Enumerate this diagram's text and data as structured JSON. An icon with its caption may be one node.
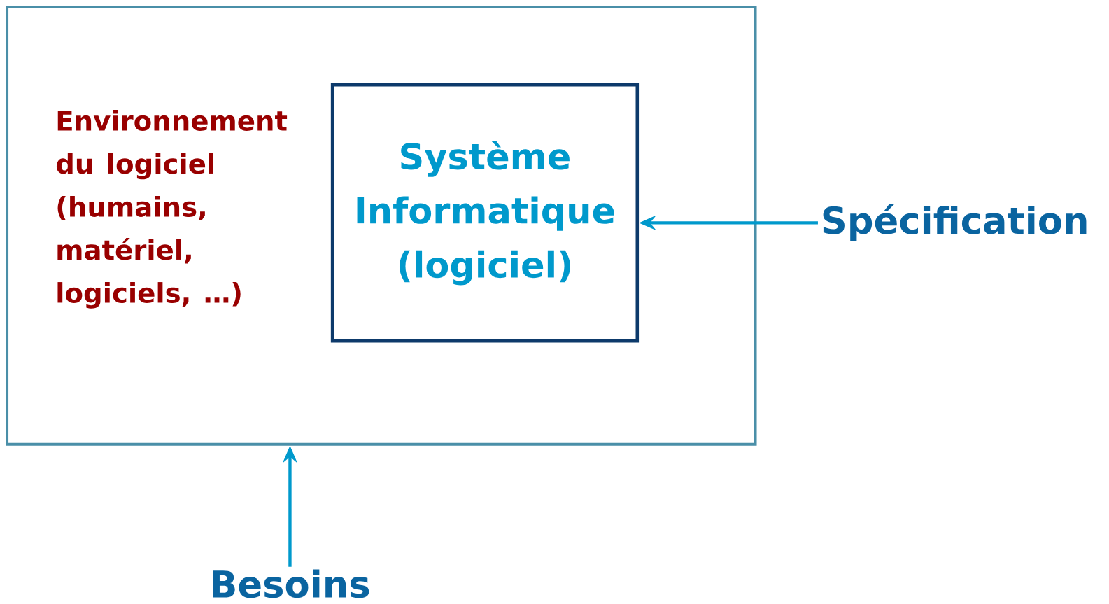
{
  "diagram": {
    "nodes": [
      {
        "text": [
          "Environnement du logiciel (humains, matériel, logiciels, …)"
        ]
      },
      {
        "text": [
          "Système Informatique (logiciel)"
        ],
        "in": 0
      },
      {
        "text": [
          "Spécification"
        ]
      },
      {
        "text": [
          "Besoins"
        ]
      }
    ],
    "edges": [
      {
        "from": 2,
        "to": 1,
        "arrow": "to"
      },
      {
        "from": 3,
        "to": 0,
        "arrow": "to"
      }
    ]
  }
}
